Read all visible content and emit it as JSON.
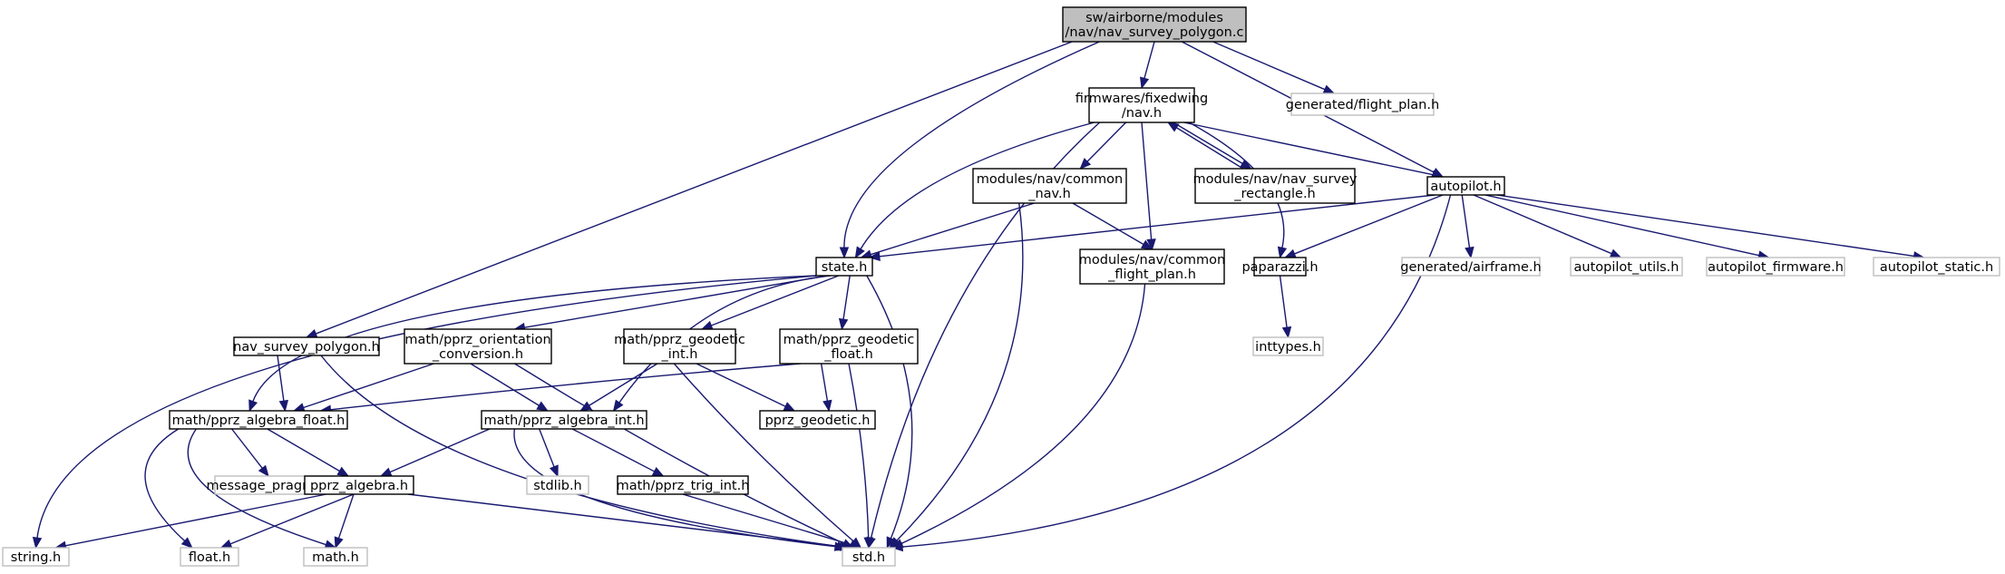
{
  "nodes": [
    {
      "id": "root",
      "lines": [
        "sw/airborne/modules",
        "/nav/nav_survey_polygon.c"
      ],
      "style": "root"
    },
    {
      "id": "fixedwing_nav",
      "lines": [
        "firmwares/fixedwing",
        "/nav.h"
      ],
      "style": "normal"
    },
    {
      "id": "gen_flight_plan",
      "lines": [
        "generated/flight_plan.h"
      ],
      "style": "ext"
    },
    {
      "id": "autopilot",
      "lines": [
        "autopilot.h"
      ],
      "style": "normal"
    },
    {
      "id": "common_nav",
      "lines": [
        "modules/nav/common",
        "_nav.h"
      ],
      "style": "normal"
    },
    {
      "id": "survey_rect",
      "lines": [
        "modules/nav/nav_survey",
        "_rectangle.h"
      ],
      "style": "normal"
    },
    {
      "id": "state",
      "lines": [
        "state.h"
      ],
      "style": "normal"
    },
    {
      "id": "common_flight_plan",
      "lines": [
        "modules/nav/common",
        "_flight_plan.h"
      ],
      "style": "normal"
    },
    {
      "id": "paparazzi",
      "lines": [
        "paparazzi.h"
      ],
      "style": "normal"
    },
    {
      "id": "gen_airframe",
      "lines": [
        "generated/airframe.h"
      ],
      "style": "ext"
    },
    {
      "id": "ap_utils",
      "lines": [
        "autopilot_utils.h"
      ],
      "style": "ext"
    },
    {
      "id": "ap_firmware",
      "lines": [
        "autopilot_firmware.h"
      ],
      "style": "ext"
    },
    {
      "id": "ap_static",
      "lines": [
        "autopilot_static.h"
      ],
      "style": "ext"
    },
    {
      "id": "survey_poly_h",
      "lines": [
        "nav_survey_polygon.h"
      ],
      "style": "normal"
    },
    {
      "id": "orient_conv",
      "lines": [
        "math/pprz_orientation",
        "_conversion.h"
      ],
      "style": "normal"
    },
    {
      "id": "geodetic_int",
      "lines": [
        "math/pprz_geodetic",
        "_int.h"
      ],
      "style": "normal"
    },
    {
      "id": "geodetic_float",
      "lines": [
        "math/pprz_geodetic",
        "_float.h"
      ],
      "style": "normal"
    },
    {
      "id": "inttypes",
      "lines": [
        "inttypes.h"
      ],
      "style": "ext"
    },
    {
      "id": "algebra_float",
      "lines": [
        "math/pprz_algebra_float.h"
      ],
      "style": "normal"
    },
    {
      "id": "algebra_int",
      "lines": [
        "math/pprz_algebra_int.h"
      ],
      "style": "normal"
    },
    {
      "id": "pprz_geodetic",
      "lines": [
        "pprz_geodetic.h"
      ],
      "style": "normal"
    },
    {
      "id": "msg_pragmas",
      "lines": [
        "message_pragmas.h"
      ],
      "style": "ext"
    },
    {
      "id": "pprz_algebra",
      "lines": [
        "pprz_algebra.h"
      ],
      "style": "normal"
    },
    {
      "id": "stdlib",
      "lines": [
        "stdlib.h"
      ],
      "style": "ext"
    },
    {
      "id": "trig_int",
      "lines": [
        "math/pprz_trig_int.h"
      ],
      "style": "normal"
    },
    {
      "id": "string",
      "lines": [
        "string.h"
      ],
      "style": "ext"
    },
    {
      "id": "float",
      "lines": [
        "float.h"
      ],
      "style": "ext"
    },
    {
      "id": "math",
      "lines": [
        "math.h"
      ],
      "style": "ext"
    },
    {
      "id": "std",
      "lines": [
        "std.h"
      ],
      "style": "ext"
    }
  ]
}
